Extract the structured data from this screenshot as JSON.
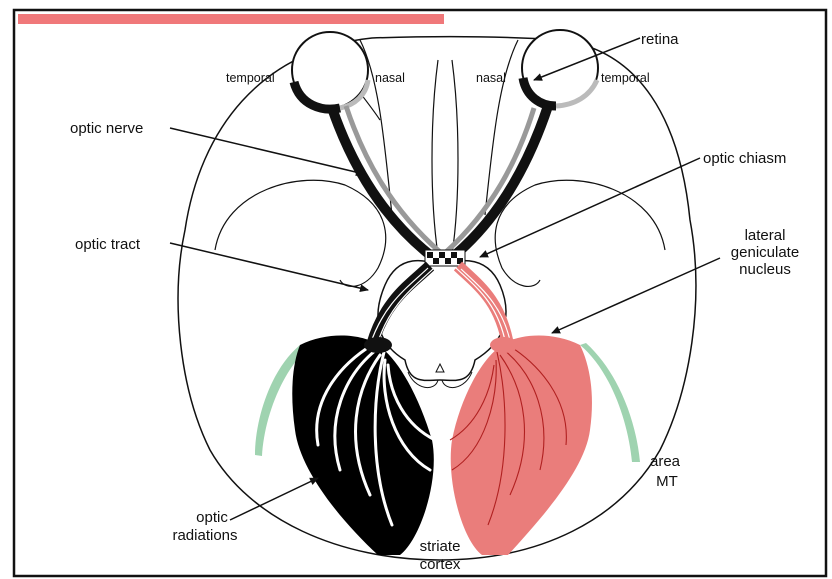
{
  "colors": {
    "left_pathway": "#000000",
    "right_pathway": "#ea7d7b",
    "area_mt": "#9fd3b0",
    "top_bar": "#f0787a",
    "outline": "#111111"
  },
  "labels": {
    "retina": "retina",
    "temporal_left": "temporal",
    "nasal_left": "nasal",
    "nasal_right": "nasal",
    "temporal_right": "temporal",
    "optic_nerve": "optic nerve",
    "optic_chiasm": "optic chiasm",
    "optic_tract": "optic tract",
    "lgn_line1": "lateral",
    "lgn_line2": "geniculate",
    "lgn_line3": "nucleus",
    "optic_radiations_line1": "optic",
    "optic_radiations_line2": "radiations",
    "striate_line1": "striate",
    "striate_line2": "cortex",
    "area_mt_line1": "area",
    "area_mt_line2": "MT"
  }
}
